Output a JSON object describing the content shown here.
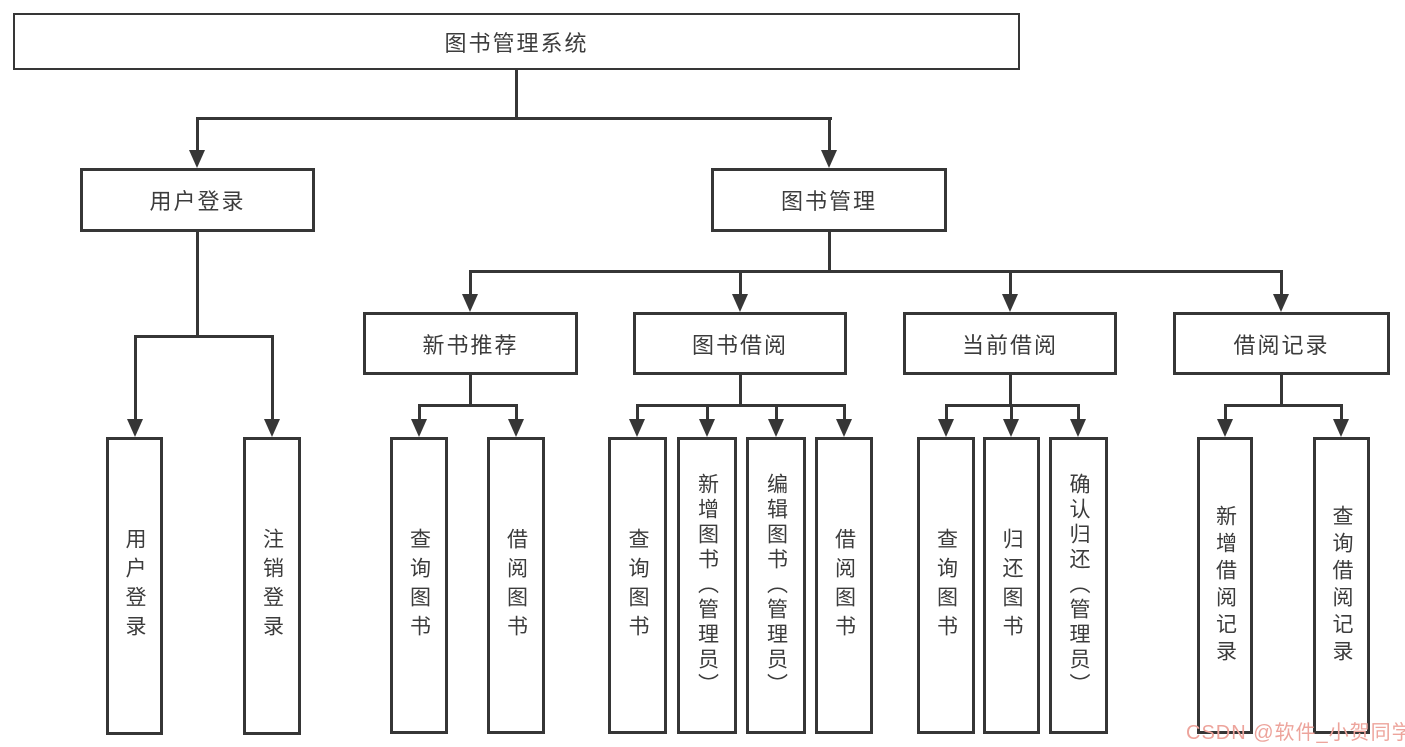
{
  "diagram_type": "hierarchy-tree",
  "colors": {
    "line": "#363636",
    "text": "#3c3c3c",
    "watermark": "#eda49c",
    "background": "#ffffff"
  },
  "watermark": {
    "text": "CSDN @软件_小贺同学"
  },
  "tree": {
    "label": "图书管理系统",
    "children": [
      {
        "label": "用户登录",
        "children": [
          {
            "label": "用户登录"
          },
          {
            "label": "注销登录"
          }
        ]
      },
      {
        "label": "图书管理",
        "children": [
          {
            "label": "新书推荐",
            "children": [
              {
                "label": "查询图书"
              },
              {
                "label": "借阅图书"
              }
            ]
          },
          {
            "label": "图书借阅",
            "children": [
              {
                "label": "查询图书"
              },
              {
                "label": "新增图书（管理员）"
              },
              {
                "label": "编辑图书（管理员）"
              },
              {
                "label": "借阅图书"
              }
            ]
          },
          {
            "label": "当前借阅",
            "children": [
              {
                "label": "查询图书"
              },
              {
                "label": "归还图书"
              },
              {
                "label": "确认归还（管理员）"
              }
            ]
          },
          {
            "label": "借阅记录",
            "children": [
              {
                "label": "新增借阅记录"
              },
              {
                "label": "查询借阅记录"
              }
            ]
          }
        ]
      }
    ]
  }
}
